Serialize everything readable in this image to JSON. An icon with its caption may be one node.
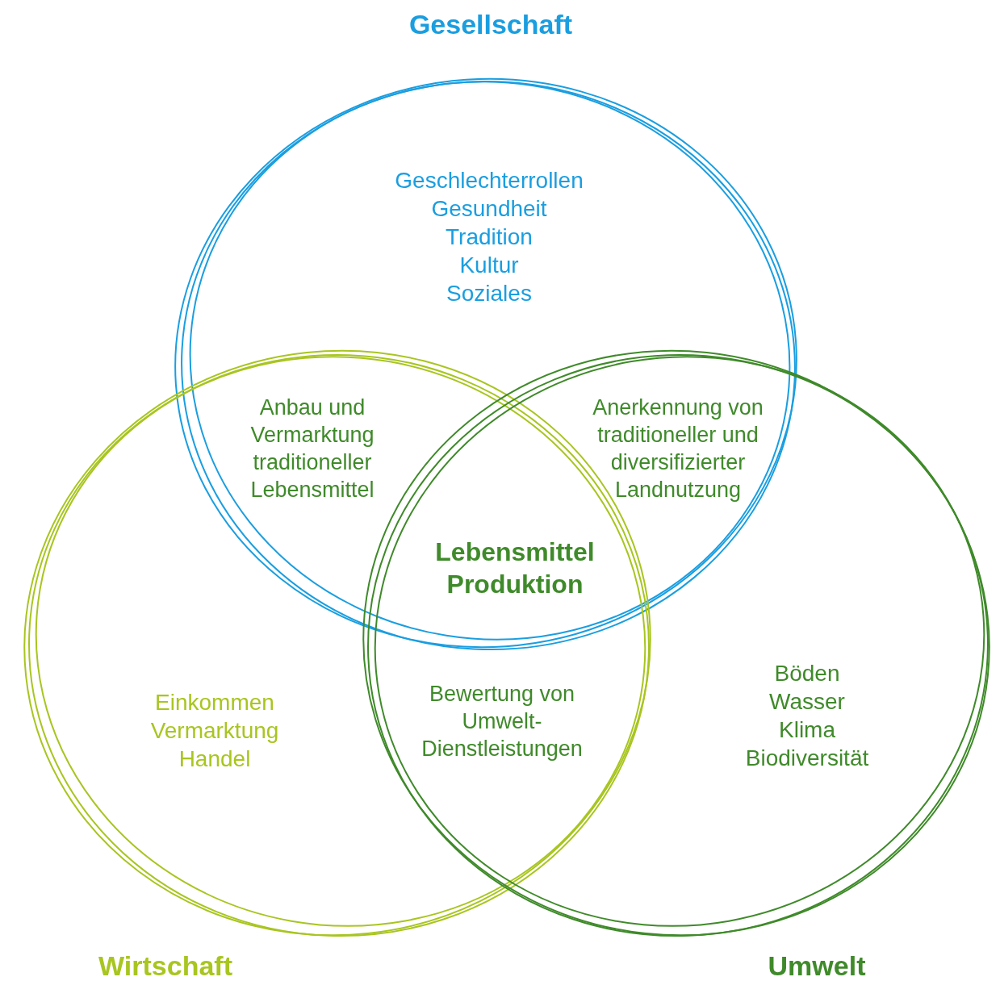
{
  "diagram": {
    "nodes": [
      {
        "text": [
          "Gesellschaft",
          "Geschlechterrollen",
          "Gesundheit",
          "Tradition",
          "Kultur",
          "Soziales"
        ]
      },
      {
        "text": [
          "Wirtschaft",
          "Einkommen",
          "Vermarktung",
          "Handel"
        ]
      },
      {
        "text": [
          "Umwelt",
          "Böden",
          "Wasser",
          "Klima",
          "Biodiversität"
        ]
      }
    ],
    "edges": [],
    "labels": [
      "Anbau und Vermarktung traditioneller Lebensmittel",
      "Anerkennung von traditioneller und diversifizierter Landnutzung",
      "Lebensmittel Produktion",
      "Bewertung von Umwelt- Dienstleistungen"
    ]
  }
}
